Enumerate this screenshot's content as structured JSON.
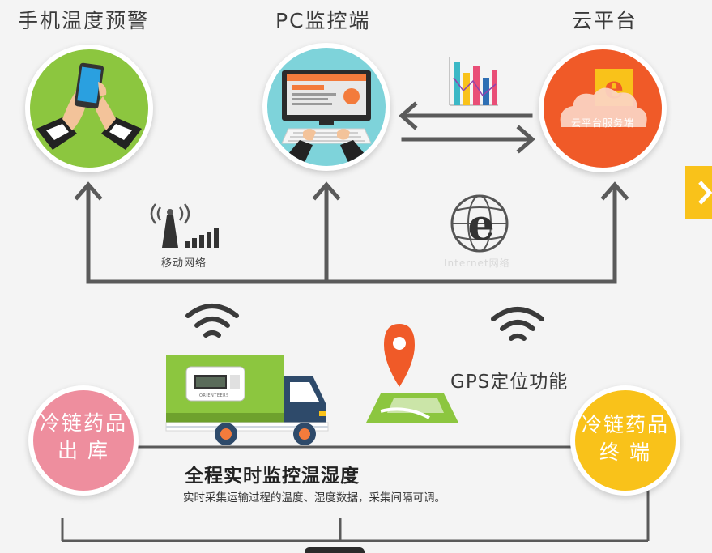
{
  "top_titles": {
    "phone": "手机温度预警",
    "pc": "PC监控端",
    "cloud": "云平台"
  },
  "cloud_badge": "云平台服务端",
  "network": {
    "mobile_label": "移动网络",
    "internet_label": "Internet网络"
  },
  "gps_label": "GPS定位功能",
  "truck_device": {
    "brand": "ORIENTEERS"
  },
  "nodes": {
    "origin_line1": "冷链药品",
    "origin_line2": "出 库",
    "terminal_line1": "冷链药品",
    "terminal_line2": "终 端"
  },
  "monitoring": {
    "title": "全程实时监控温湿度",
    "subtitle": "实时采集运输过程的温度、湿度数据，采集间隔可调。"
  },
  "colors": {
    "phone_circle": "#8cc63f",
    "pc_circle": "#7ed3da",
    "cloud_circle": "#f05a28",
    "origin_circle": "#ee8e9e",
    "terminal_circle": "#f9c21a",
    "connector": "#5a5a5a",
    "accent_yellow": "#f9c21a"
  }
}
